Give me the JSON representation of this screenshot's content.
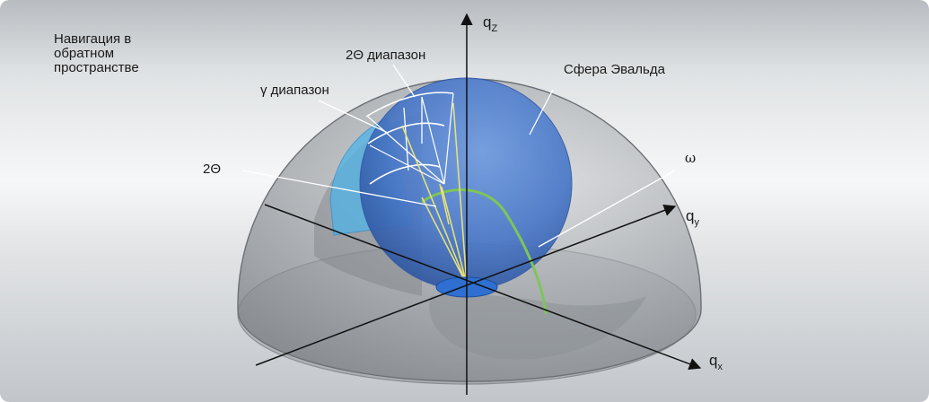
{
  "title_lines": [
    "Навигация в",
    "обратном",
    "пространстве"
  ],
  "labels": {
    "two_theta_range": "2Θ диапазон",
    "gamma_range": "γ диапазон",
    "two_theta": "2Θ",
    "ewald_sphere": "Сфера Эвальда",
    "omega": "ω"
  },
  "axes": {
    "qz": {
      "main": "q",
      "sub": "Z"
    },
    "qy": {
      "main": "q",
      "sub": "y"
    },
    "qx": {
      "main": "q",
      "sub": "x"
    }
  },
  "colors": {
    "background_light": "#f4f6f7",
    "background_mid": "#d5d8db",
    "background_dark": "#b9bdc1",
    "hemisphere_fill": "#9a9ea3",
    "ewald_sphere": "#4a78c8",
    "detector_patch": "#4fb3e8",
    "omega_arc": "#7fc45a",
    "diffraction_rays": "#e6e07a",
    "axes": "#111111"
  }
}
